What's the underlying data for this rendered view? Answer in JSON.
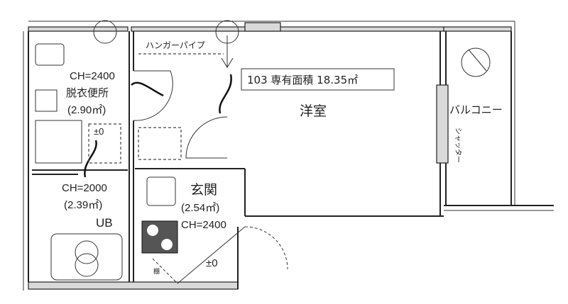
{
  "unit": {
    "number_area": "103 専有面積 18.35㎡"
  },
  "rooms": {
    "western_room": {
      "name": "洋室",
      "hanger_pipe": "ハンガーパイプ"
    },
    "toilet_dressing": {
      "ceiling": "CH=2400",
      "name": "脱衣便所",
      "area": "(2.90㎡)",
      "level": "±0"
    },
    "bath": {
      "ceiling": "CH=2000",
      "area": "(2.39㎡)",
      "name": "UB"
    },
    "entrance": {
      "name": "玄関",
      "area": "(2.54㎡)",
      "ceiling": "CH=2400",
      "level": "±0",
      "shelf": "棚"
    },
    "balcony": {
      "name": "バルコニー",
      "shutter": "シャッター"
    }
  }
}
